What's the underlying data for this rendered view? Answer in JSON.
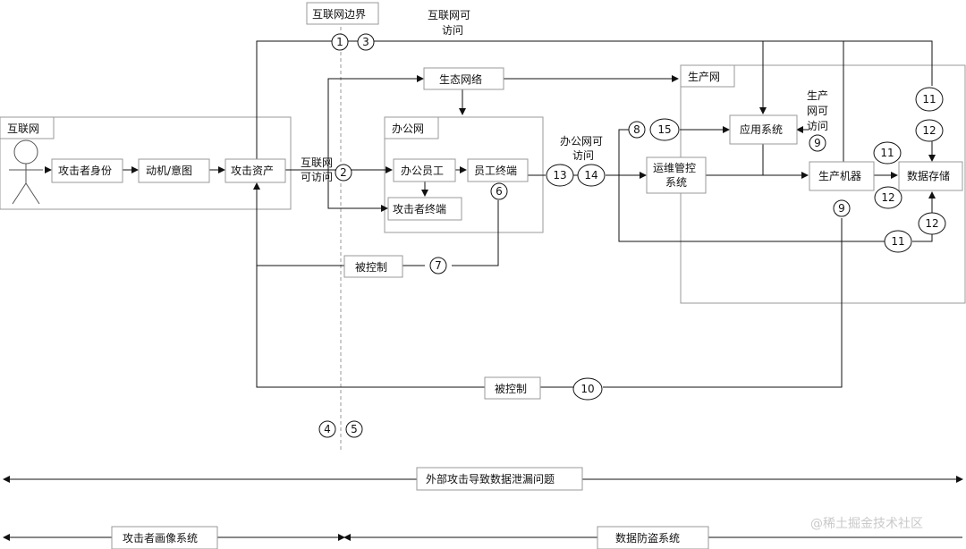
{
  "zones": {
    "internet": "互联网",
    "office": "办公网",
    "production": "生产网",
    "boundary": "互联网边界"
  },
  "nodes": {
    "attacker_identity": "攻击者身份",
    "motive": "动机/意图",
    "attack_asset": "攻击资产",
    "eco_network": "生态网络",
    "office_staff": "办公员工",
    "staff_terminal": "员工终端",
    "attacker_terminal": "攻击者终端",
    "ops_system_line1": "运维管控",
    "ops_system_line2": "系统",
    "app_system": "应用系统",
    "prod_machine": "生产机器",
    "data_storage": "数据存储",
    "controlled_1": "被控制",
    "controlled_2": "被控制"
  },
  "labels": {
    "internet_reachable_top_1": "互联网可",
    "internet_reachable_top_2": "访问",
    "internet_reachable_mid_1": "互联网",
    "internet_reachable_mid_2": "可访问",
    "office_reachable_1": "办公网可",
    "office_reachable_2": "访问",
    "prod_reachable_1": "生产",
    "prod_reachable_2": "网可",
    "prod_reachable_3": "访问"
  },
  "numbers": {
    "n1": "1",
    "n2": "2",
    "n3": "3",
    "n4": "4",
    "n5": "5",
    "n6": "6",
    "n7": "7",
    "n8": "8",
    "n9a": "9",
    "n9b": "9",
    "n10": "10",
    "n11a": "11",
    "n11b": "11",
    "n11c": "11",
    "n12a": "12",
    "n12b": "12",
    "n12c": "12",
    "n13": "13",
    "n14": "14",
    "n15": "15"
  },
  "bottom": {
    "problem": "外部攻击导致数据泄漏问题",
    "profile_system": "攻击者画像系统",
    "anti_theft_system": "数据防盗系统"
  },
  "watermark": "@稀土掘金技术社区"
}
